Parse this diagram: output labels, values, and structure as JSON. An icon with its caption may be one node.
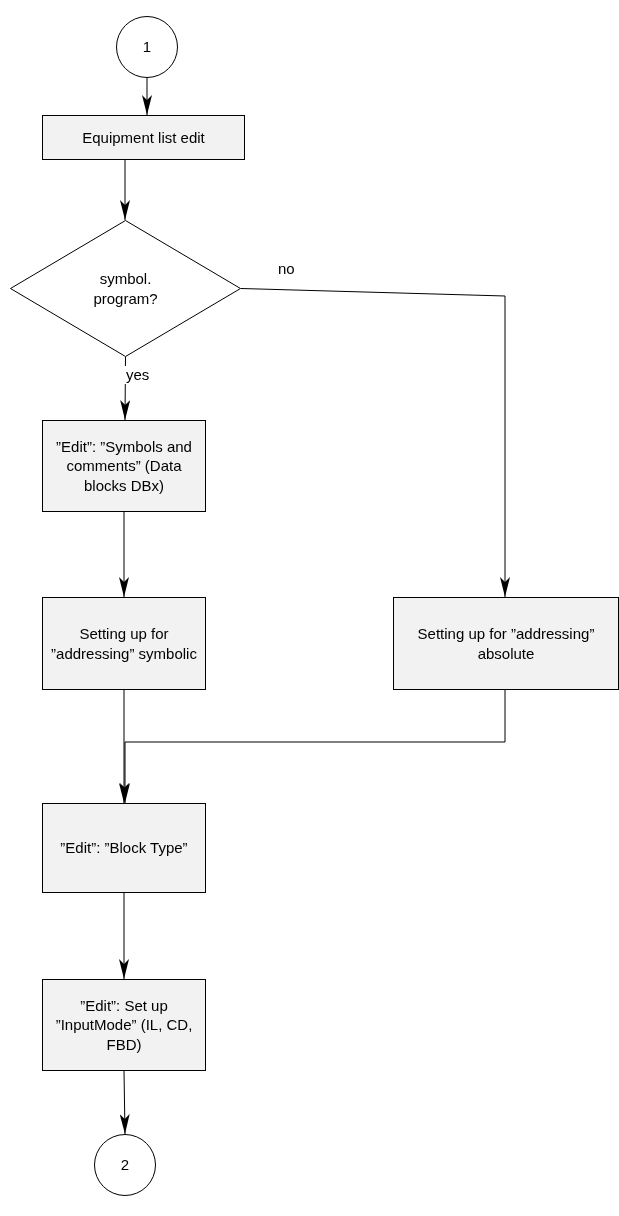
{
  "diagram": {
    "nodes": [
      {
        "text": [
          "1"
        ]
      },
      {
        "text": [
          "Equipment list edit"
        ]
      },
      {
        "text": [
          "symbol. program?"
        ]
      },
      {
        "text": [
          "”Edit”: ”Symbols and comments” (Data blocks DBx)"
        ]
      },
      {
        "text": [
          "Setting up for ”addressing” symbolic"
        ]
      },
      {
        "text": [
          "Setting up for ”addressing” absolute"
        ]
      },
      {
        "text": [
          "”Edit”: ”Block Type”"
        ]
      },
      {
        "text": [
          "”Edit”: Set up ”InputMode” (IL, CD, FBD)"
        ]
      },
      {
        "text": [
          "2"
        ]
      }
    ],
    "edges": [
      {
        "from": 0,
        "to": 1,
        "arrow": "to"
      },
      {
        "from": 1,
        "to": 2,
        "arrow": "to"
      },
      {
        "from": 2,
        "to": 3,
        "arrow": "to",
        "label": "yes"
      },
      {
        "from": 2,
        "to": 5,
        "arrow": "to",
        "label": "no"
      },
      {
        "from": 3,
        "to": 4,
        "arrow": "to"
      },
      {
        "from": 4,
        "to": 6,
        "arrow": "to"
      },
      {
        "from": 5,
        "to": 6,
        "arrow": "to"
      },
      {
        "from": 6,
        "to": 7,
        "arrow": "to"
      },
      {
        "from": 7,
        "to": 8,
        "arrow": "to"
      }
    ]
  }
}
